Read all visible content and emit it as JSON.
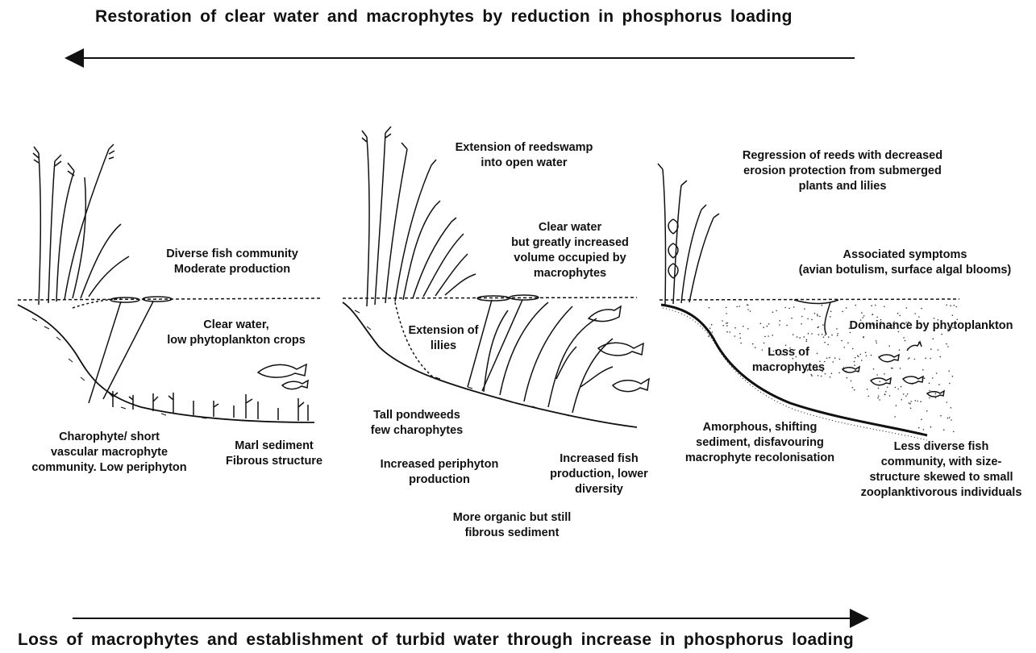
{
  "titles": {
    "top": "Restoration of clear water and macrophytes by reduction in  phosphorus loading",
    "bottom": "Loss of macrophytes and establishment of turbid water through increase in phosphorus loading"
  },
  "panel1": {
    "fish": "Diverse fish community\nModerate production",
    "water": "Clear water,\nlow phytoplankton crops",
    "community": "Charophyte/ short\nvascular macrophyte\ncommunity.  Low periphyton",
    "sediment": "Marl sediment\nFibrous structure"
  },
  "panel2": {
    "reed": "Extension of reedswamp\ninto open water",
    "water": "Clear water\nbut greatly increased\nvolume occupied by\nmacrophytes",
    "lilies": "Extension of\nlilies",
    "pondweeds": "Tall pondweeds\nfew charophytes",
    "periphyton": "Increased periphyton\nproduction",
    "fish": "Increased fish\nproduction, lower\ndiversity",
    "sediment": "More organic but still\nfibrous sediment"
  },
  "panel3": {
    "reeds": "Regression of reeds with decreased\nerosion protection from submerged\nplants and lilies",
    "symptoms": "Associated symptoms\n(avian botulism, surface algal blooms)",
    "phyto": "Dominance by phytoplankton",
    "loss": "Loss of\nmacrophytes",
    "sediment": "Amorphous, shifting\nsediment, disfavouring\nmacrophyte recolonisation",
    "fish": "Less diverse fish\ncommunity, with size-\nstructure skewed to small\nzooplanktivorous individuals"
  }
}
